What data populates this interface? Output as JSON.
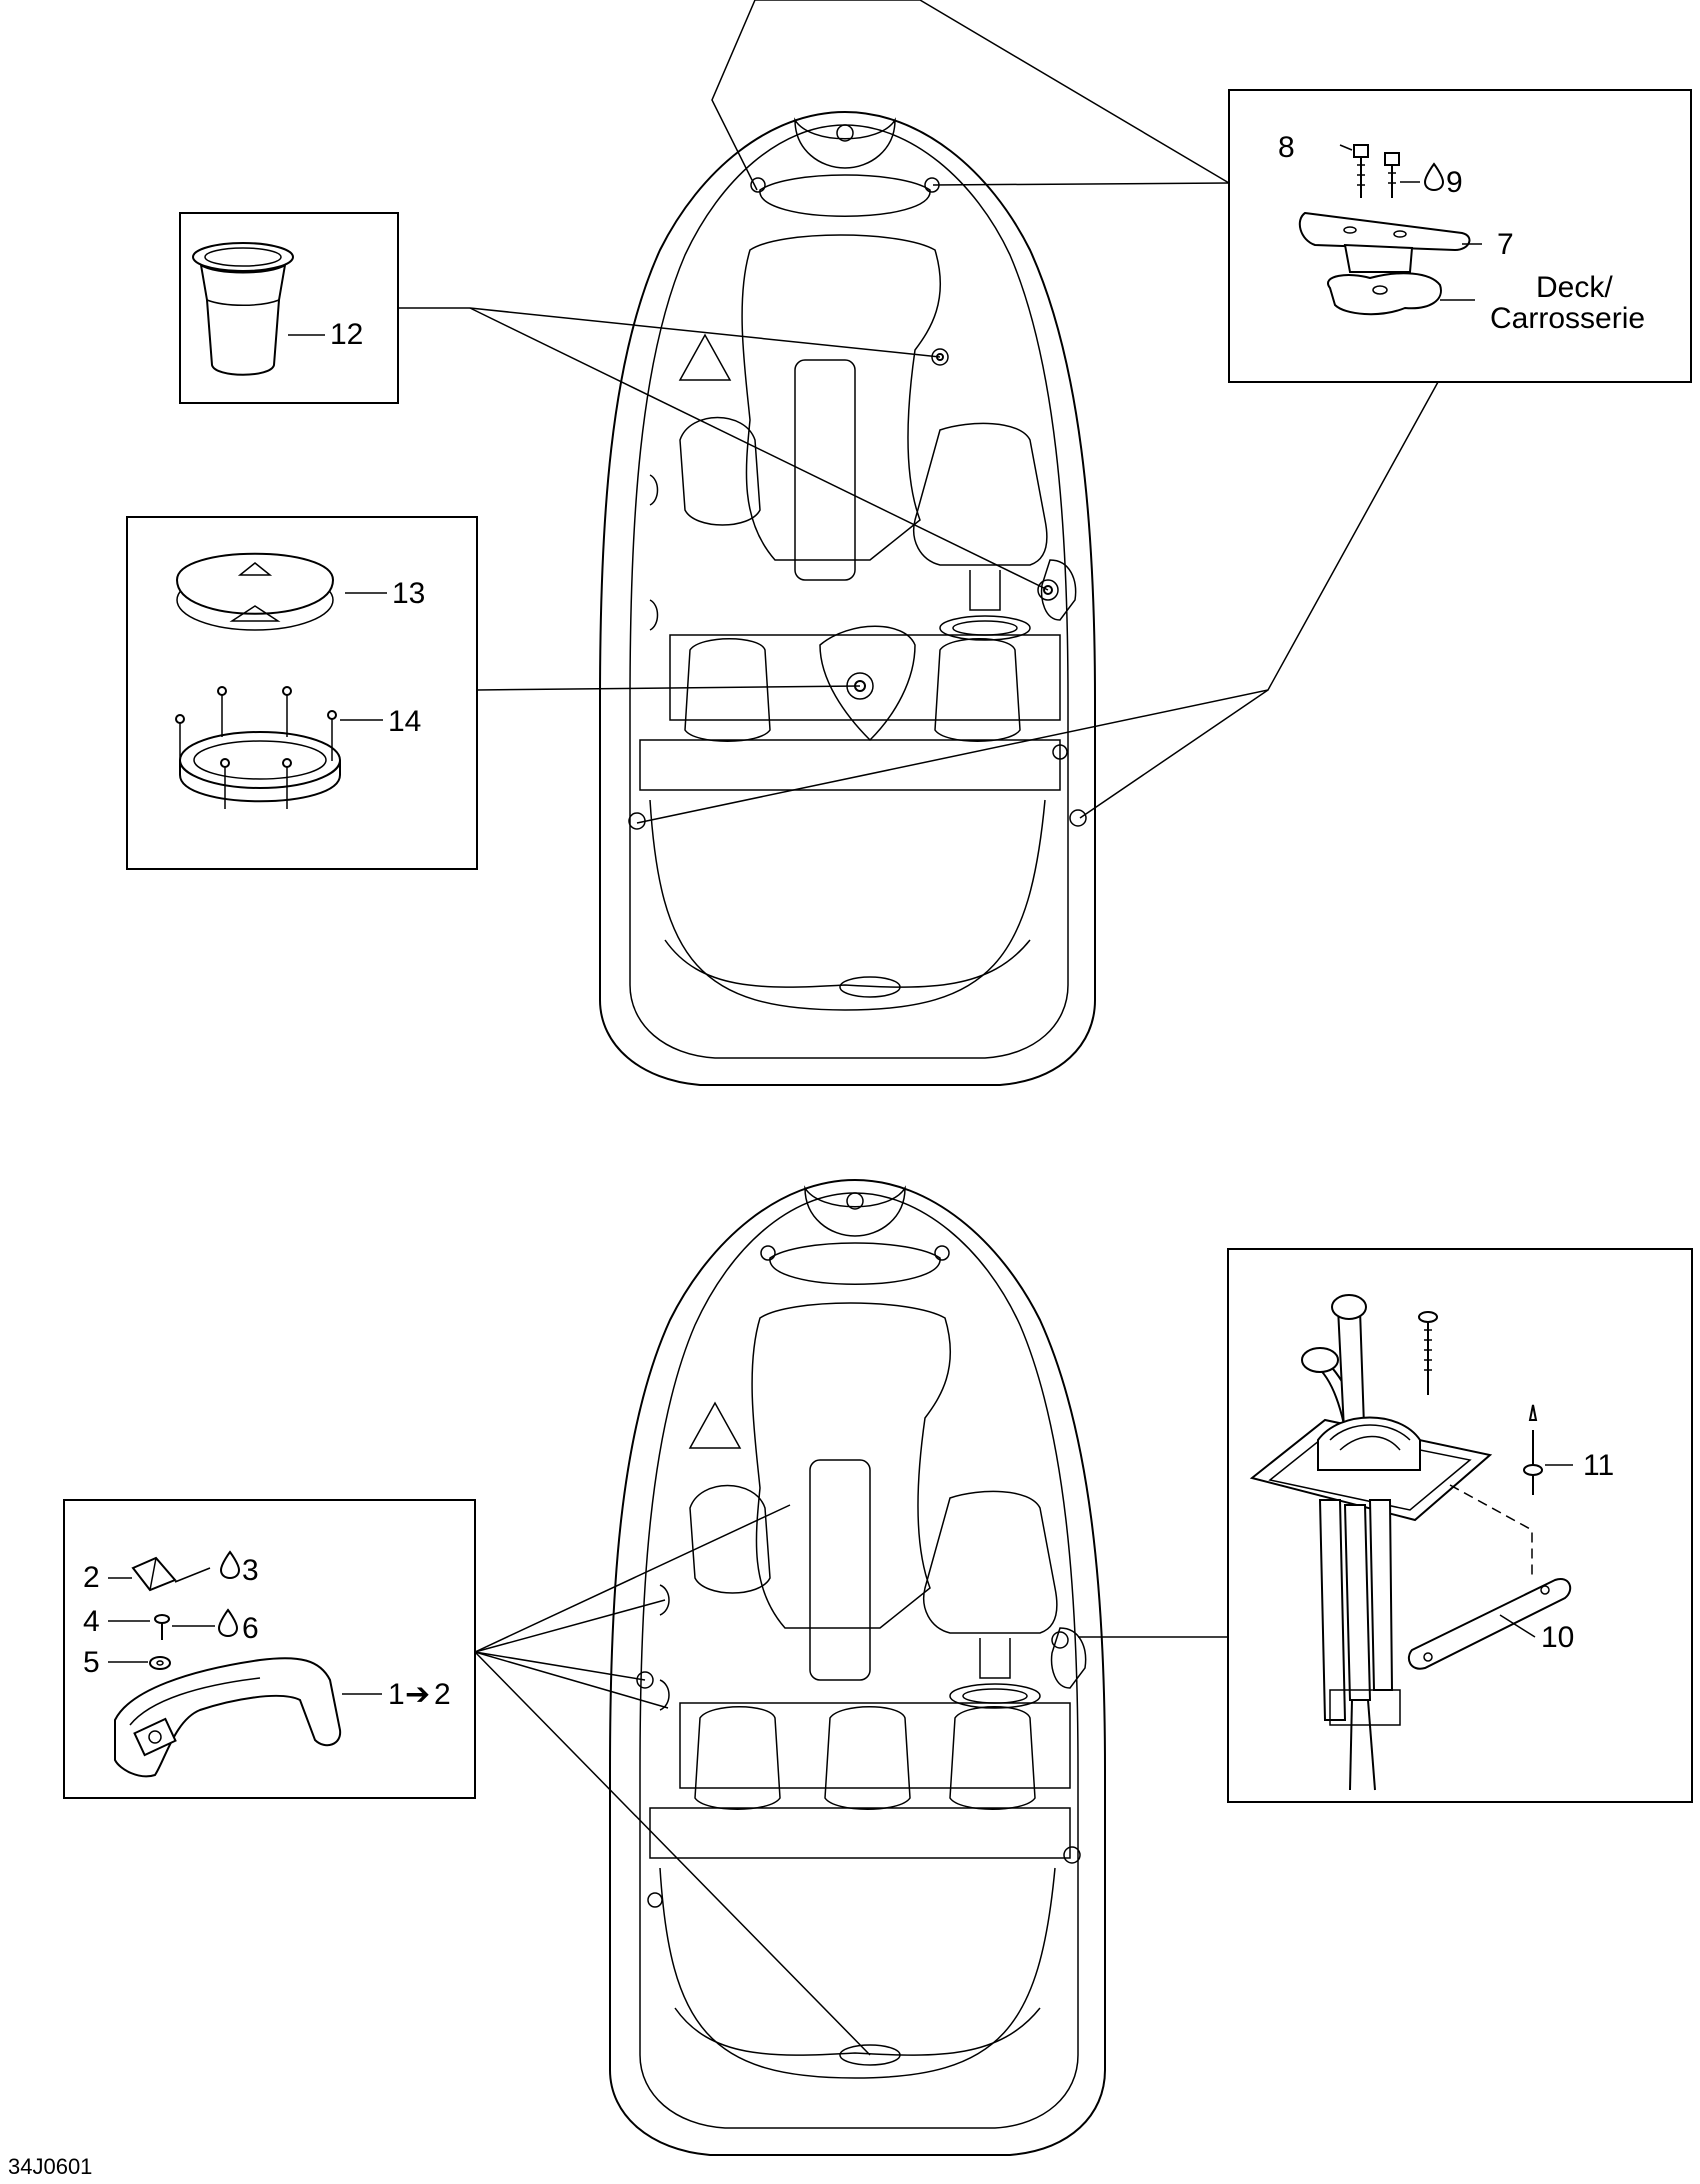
{
  "callouts": {
    "n1": "1",
    "n1_arrow": "➔",
    "n1_target": "2",
    "n2": "2",
    "n3": "3",
    "n4": "4",
    "n5": "5",
    "n6": "6",
    "n7": "7",
    "n8": "8",
    "n9": "9",
    "n10": "10",
    "n11": "11",
    "n12": "12",
    "n13": "13",
    "n14": "14"
  },
  "deck_label": {
    "line1": "Deck/",
    "line2": "Carrosserie"
  },
  "figure_code": "34J0601",
  "icons": {
    "adhesive": "drop-icon"
  }
}
